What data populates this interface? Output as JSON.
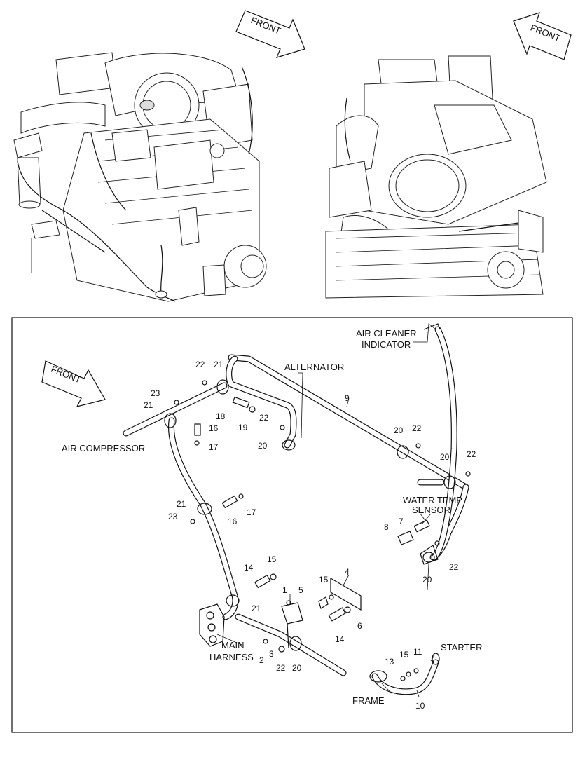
{
  "diagram": {
    "front_arrows": [
      "FRONT",
      "FRONT",
      "FRONT"
    ],
    "callouts": {
      "air_cleaner_indicator": "AIR CLEANER\nINDICATOR",
      "alternator": "ALTERNATOR",
      "air_compressor": "AIR COMPRESSOR",
      "water_temp_sensor": "WATER TEMP\nSENSOR",
      "main_harness": "MAIN\nHARNESS",
      "starter": "STARTER",
      "frame": "FRAME"
    },
    "part_numbers": {
      "p1": "1",
      "p2": "2",
      "p3": "3",
      "p4": "4",
      "p5": "5",
      "p6": "6",
      "p7": "7",
      "p8": "8",
      "p9": "9",
      "p10": "10",
      "p11": "11",
      "p13": "13",
      "p14a": "14",
      "p14b": "14",
      "p15a": "15",
      "p15b": "15",
      "p15c": "15",
      "p16a": "16",
      "p16b": "16",
      "p17a": "17",
      "p17b": "17",
      "p18": "18",
      "p19": "19",
      "p20a": "20",
      "p20b": "20",
      "p20c": "20",
      "p20d": "20",
      "p20e": "20",
      "p21a": "21",
      "p21b": "21",
      "p21c": "21",
      "p21d": "21",
      "p22a": "22",
      "p22b": "22",
      "p22c": "22",
      "p22d": "22",
      "p22e": "22",
      "p22f": "22",
      "p23a": "23",
      "p23b": "23"
    }
  }
}
